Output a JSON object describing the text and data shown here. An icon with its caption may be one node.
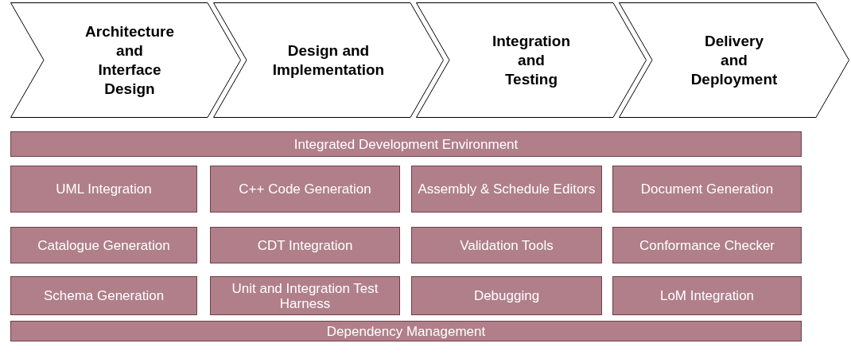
{
  "diagram": {
    "nodes": [
      {
        "text": [
          "Architecture and Interface Design"
        ]
      },
      {
        "text": [
          "Design and Implementation"
        ]
      },
      {
        "text": [
          "Integration and Testing"
        ]
      },
      {
        "text": [
          "Delivery and Deployment"
        ]
      },
      {
        "text": [
          "Integrated Development Environment"
        ]
      },
      {
        "text": [
          "UML Integration"
        ]
      },
      {
        "text": [
          "C++ Code Generation"
        ]
      },
      {
        "text": [
          "Assembly & Schedule Editors"
        ]
      },
      {
        "text": [
          "Document Generation"
        ]
      },
      {
        "text": [
          "Catalogue Generation"
        ]
      },
      {
        "text": [
          "CDT Integration"
        ]
      },
      {
        "text": [
          "Validation Tools"
        ]
      },
      {
        "text": [
          "Conformance Checker"
        ]
      },
      {
        "text": [
          "Schema Generation"
        ]
      },
      {
        "text": [
          "Unit and Integration Test Harness"
        ]
      },
      {
        "text": [
          "Debugging"
        ]
      },
      {
        "text": [
          "LoM Integration"
        ]
      },
      {
        "text": [
          "Dependency Management"
        ]
      }
    ]
  }
}
